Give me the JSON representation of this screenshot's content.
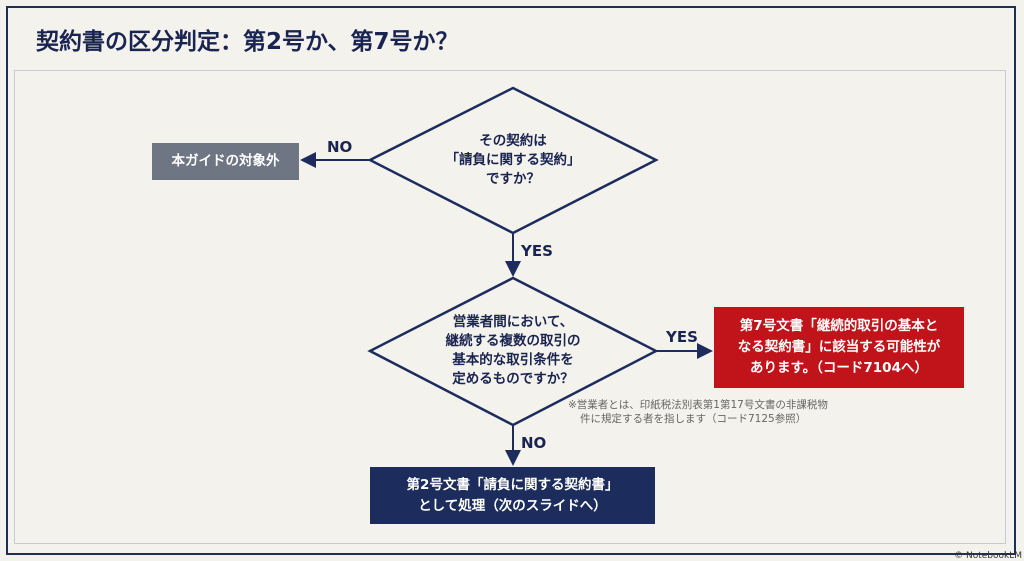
{
  "title": "契約書の区分判定：第2号か、第7号か？",
  "q1": [
    "その契約は",
    "「請負に関する契約」",
    "ですか？"
  ],
  "q2": [
    "営業者間において、",
    "継続する複数の取引の",
    "基本的な取引条件を",
    "定めるものですか？"
  ],
  "out_gray": "本ガイドの対象外",
  "out_red": [
    "第7号文書「継続的取引の基本と",
    "なる契約書」に該当する可能性が",
    "あります。（コード7104へ）"
  ],
  "out_navy": [
    "第2号文書「請負に関する契約書」",
    "として処理（次のスライドへ）"
  ],
  "labels": {
    "no1": "NO",
    "yes1": "YES",
    "yes2": "YES",
    "no2": "NO"
  },
  "note": [
    "※営業者とは、印紙税法別表第1第17号文書の非課税物",
    "件に規定する者を指します（コード7125参照）"
  ],
  "watermark": "© NotebookLM",
  "colors": {
    "navy": "#1c2c5c",
    "red": "#c0141a",
    "gray": "#6e7683"
  }
}
